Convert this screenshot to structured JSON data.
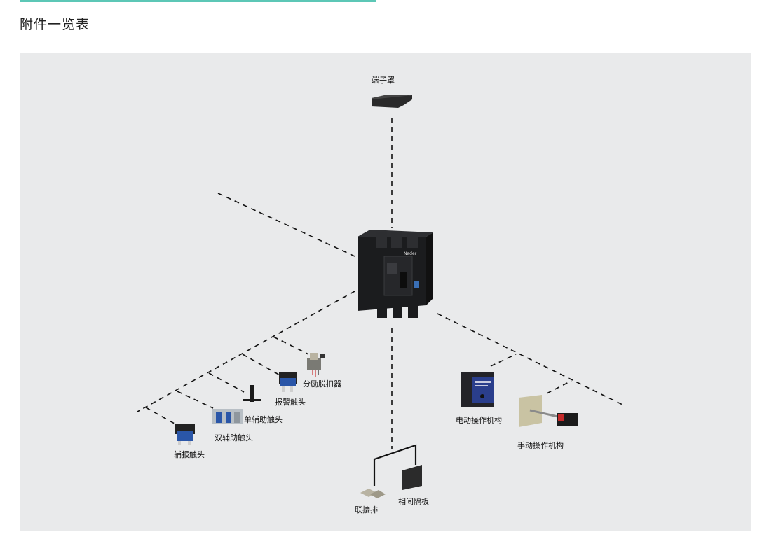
{
  "page": {
    "title": "附件一览表"
  },
  "labels": {
    "terminal_cover": "端子罩",
    "shunt_release": "分励脱扣器",
    "alarm_contact": "报警触头",
    "single_aux_contact": "单辅助触头",
    "double_aux_contact": "双辅助触头",
    "aux_alarm_contact": "辅报触头",
    "motor_operator": "电动操作机构",
    "manual_operator": "手动操作机构",
    "connection_bar": "联接排",
    "phase_barrier": "相间隔板"
  },
  "breaker": {
    "brand": "Nader"
  },
  "colors": {
    "accent": "#5cc7b6",
    "panel": "#e9eaeb",
    "breaker": "#222326",
    "blue_part": "#2a56a8"
  }
}
